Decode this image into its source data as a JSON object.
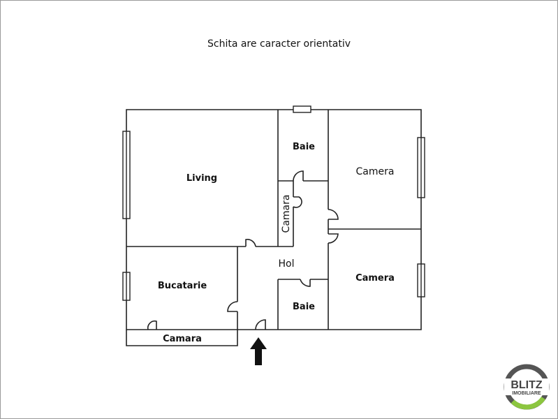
{
  "title": "Schita are caracter orientativ",
  "rooms": {
    "living": "Living",
    "baie_top": "Baie",
    "camera_top": "Camera",
    "camara_vertical": "Camara",
    "hol": "Hol",
    "bucatarie": "Bucatarie",
    "baie_bottom": "Baie",
    "camera_bottom": "Camera",
    "camara_bottom": "Camara"
  },
  "logo": {
    "line1": "BLITZ",
    "line2": "IMOBILIARE",
    "ring_color": "#555555",
    "accent_color": "#8cc63f"
  },
  "icons": {
    "entrance": "arrow-up-icon"
  }
}
